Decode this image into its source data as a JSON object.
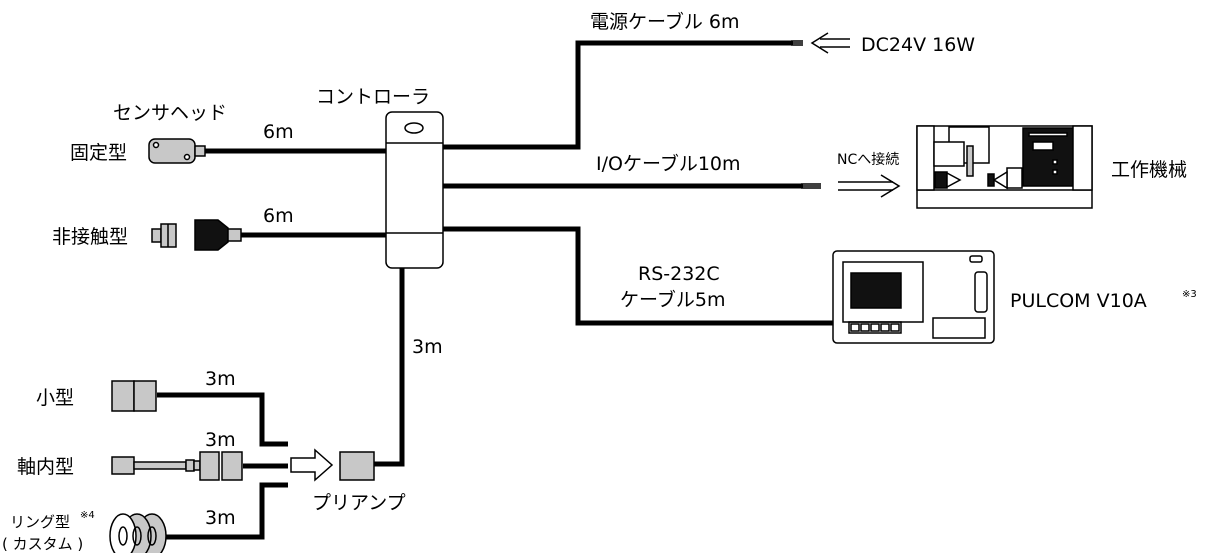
{
  "controller": {
    "label": "コントローラ"
  },
  "sensor_head": {
    "title": "センサヘッド",
    "fixed": {
      "label": "固定型",
      "cable": "6m"
    },
    "noncontact": {
      "label": "非接触型",
      "cable": "6m"
    }
  },
  "power": {
    "cable": "電源ケーブル 6m",
    "supply": "DC24V 16W"
  },
  "io": {
    "cable": "I/Oケーブル10m",
    "nc_note": "NCへ接続",
    "machine": "工作機械"
  },
  "rs232": {
    "line1": "RS-232C",
    "line2": "ケーブル5m",
    "device": "PULCOM V10A",
    "note": "※3"
  },
  "amp_link": {
    "cable": "3m"
  },
  "preamp": {
    "label": "プリアンプ",
    "small": {
      "label": "小型",
      "cable": "3m"
    },
    "inaxis": {
      "label": "軸内型",
      "cable": "3m"
    },
    "ring": {
      "label": "リング型",
      "note": "※4",
      "sublabel": "( カスタム )",
      "cable": "3m"
    }
  }
}
